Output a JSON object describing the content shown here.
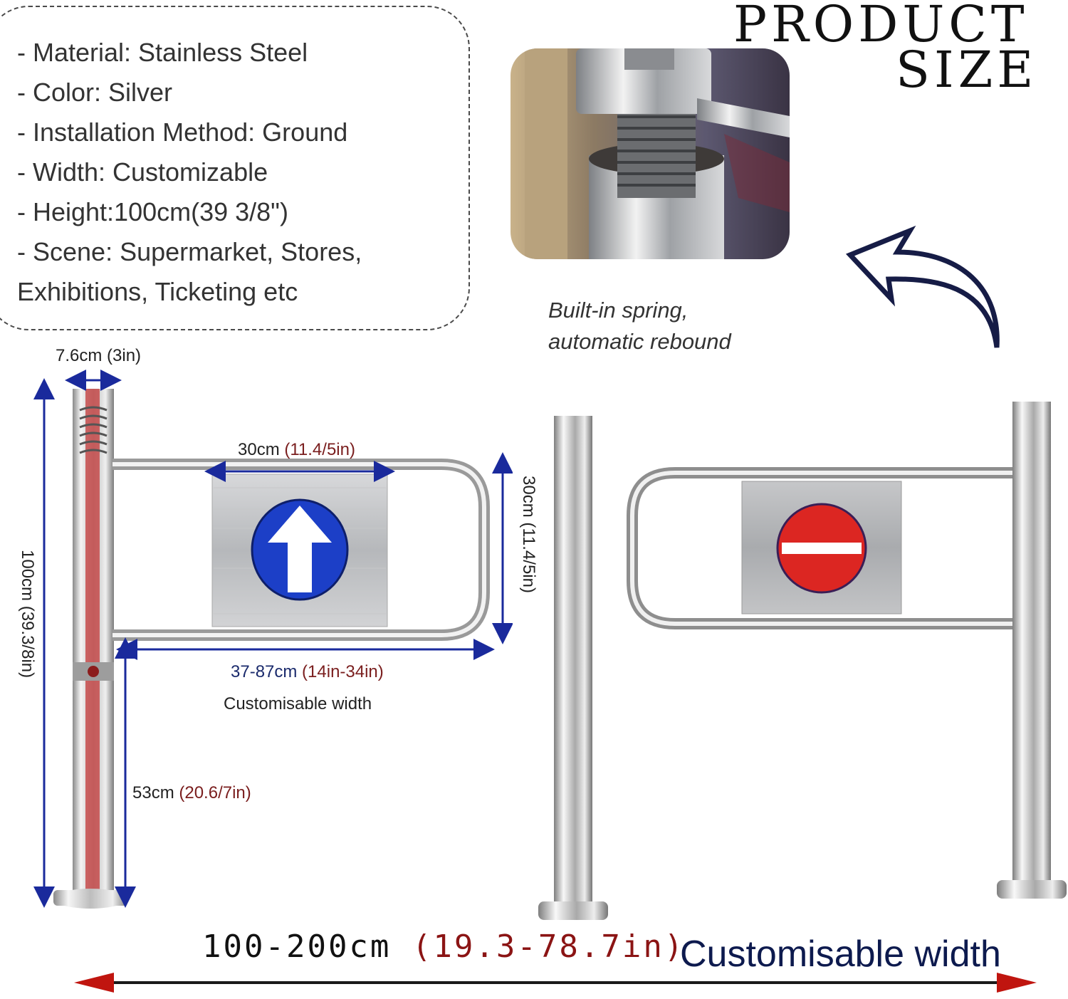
{
  "specs": [
    "- Material: Stainless Steel",
    "- Color: Silver",
    "- Installation Method: Ground",
    "- Width: Customizable",
    "- Height:100cm(39 3/8\")",
    "- Scene: Supermarket, Stores,",
    "Exhibitions, Ticketing etc"
  ],
  "heading": {
    "line1": "PRODUCT",
    "line2": "SIZE"
  },
  "photo_caption": {
    "line1": "Built-in spring,",
    "line2": "automatic rebound"
  },
  "dimensions": {
    "post_diameter": {
      "metric": "7.6cm",
      "imperial": "(3in)"
    },
    "panel_width": {
      "metric": "30cm",
      "imperial": "(11.4/5in)"
    },
    "panel_height": {
      "metric": "30cm",
      "imperial": "(11.4/5in)"
    },
    "post_height": {
      "metric": "100cm",
      "imperial": "(39.3/8in)"
    },
    "arm_length": {
      "metric": "37-87cm",
      "imperial": "(14in-34in)",
      "note": "Customisable width"
    },
    "arm_height": {
      "metric": "53cm",
      "imperial": "(20.6/7in)"
    },
    "total_width": {
      "metric": "100-200cm",
      "imperial": "(19.3-78.7in)",
      "note": "Customisable width"
    }
  },
  "colors": {
    "arrow_blue": "#1c3fc7",
    "no_entry_red": "#dc2622",
    "dimension_blue": "#1a2a9c",
    "bottom_arrow_red": "#c0150f"
  },
  "icons": [
    "curved-arrow-icon",
    "up-arrow-sign-icon",
    "no-entry-sign-icon"
  ]
}
